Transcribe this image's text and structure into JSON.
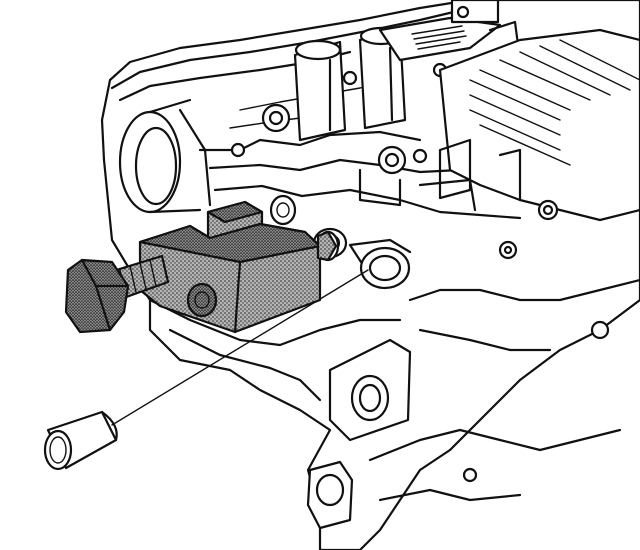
{
  "figure": {
    "style": "monochrome line art",
    "colors": {
      "ink": "#111111",
      "paper": "#ffffff",
      "tool_shading": "#8a8a8a"
    },
    "parts": [
      "transmission-case",
      "installer-tool",
      "tool-bolt",
      "seal-plug"
    ]
  }
}
